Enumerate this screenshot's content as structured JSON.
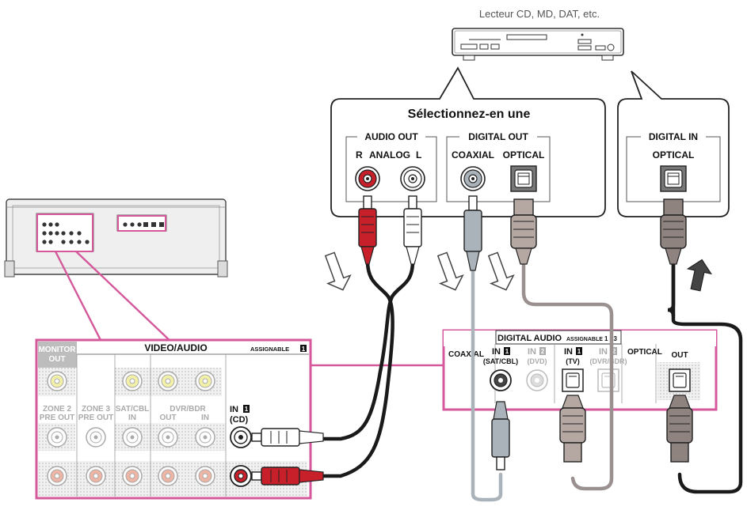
{
  "source_device": {
    "caption": "Lecteur CD, MD, DAT, etc."
  },
  "selector_box": {
    "title": "Sélectionnez-en une",
    "audio_out": {
      "group_label": "AUDIO OUT",
      "r_label": "R",
      "analog_label": "ANALOG",
      "l_label": "L"
    },
    "digital_out": {
      "group_label": "DIGITAL OUT",
      "coaxial_label": "COAXIAL",
      "optical_label": "OPTICAL"
    }
  },
  "digital_in_box": {
    "group_label": "DIGITAL IN",
    "optical_label": "OPTICAL"
  },
  "receiver_av_panel": {
    "monitor_out_line1": "MONITOR",
    "monitor_out_line2": "OUT",
    "section_title": "VIDEO/AUDIO",
    "assignable_label": "ASSIGNABLE",
    "assignable_num": "1",
    "zone2_line1": "ZONE 2",
    "zone2_line2": "PRE OUT",
    "zone3_line1": "ZONE 3",
    "zone3_line2": "PRE OUT",
    "satcbl_line1": "SAT/CBL",
    "satcbl_line2": "IN",
    "dvrbdr_label": "DVR/BDR",
    "dvrbdr_out": "OUT",
    "dvrbdr_in": "IN",
    "in1_label": "IN",
    "in1_num": "1",
    "in1_cd": "(CD)"
  },
  "receiver_digital_panel": {
    "section_title": "DIGITAL AUDIO",
    "assignable_label": "ASSIGNABLE",
    "assignable_nums": "1 - 3",
    "coaxial_label": "COAXIAL",
    "optical_label": "OPTICAL",
    "coax_in1": "IN",
    "coax_in1_num": "1",
    "coax_in1_sub": "(SAT/CBL)",
    "coax_in2": "IN",
    "coax_in2_num": "2",
    "coax_in2_sub": "(DVD)",
    "opt_in1": "IN",
    "opt_in1_num": "1",
    "opt_in1_sub": "(TV)",
    "opt_in2": "IN",
    "opt_in2_num": "2",
    "opt_in2_sub": "(DVR/BDR)",
    "opt_out": "OUT"
  },
  "colors": {
    "accent_pink": "#d4589a",
    "cable_red": "#c8202a",
    "cable_grey": "#a9b3b9",
    "optical_brown": "#b5a7a2",
    "cable_black": "#1a1a1a"
  }
}
